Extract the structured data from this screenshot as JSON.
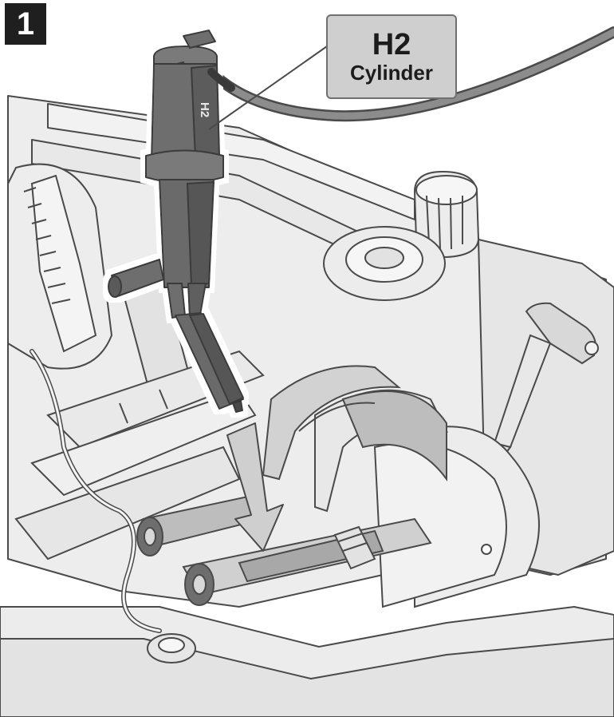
{
  "step": {
    "number": "1"
  },
  "callout": {
    "title": "H2",
    "subtitle": "Cylinder"
  },
  "part_marking": {
    "text": "H2"
  },
  "colors": {
    "outline": "#4a4a4a",
    "base_fill": "#ececec",
    "base_shade": "#d6d6d6",
    "part_dark": "#6e6e6e",
    "part_darker": "#5a5a5a",
    "arrow_fill": "#cfcfcf",
    "callout_fill": "#cfcfcf",
    "badge_fill": "#1f1f1f"
  },
  "icons": {
    "insert_arrow": "arrow-down-icon"
  }
}
